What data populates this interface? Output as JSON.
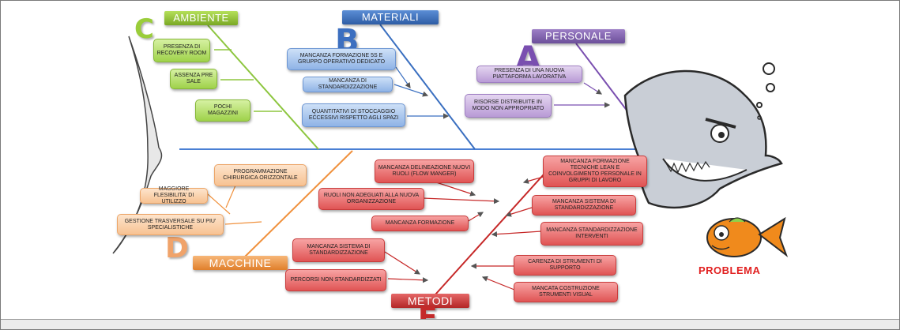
{
  "categories": {
    "ambiente": "AMBIENTE",
    "materiali": "MATERIALI",
    "personale": "PERSONALE",
    "macchine": "MACCHINE",
    "metodi": "METODI"
  },
  "letters": {
    "c": "C",
    "b": "B",
    "a": "A",
    "d": "D",
    "e": "E"
  },
  "problem_label": "PROBLEMA",
  "causes": {
    "ambiente": [
      "PRESENZA DI RECOVERY ROOM",
      "ASSENZA PRE SALE",
      "POCHI MAGAZZINI"
    ],
    "materiali": [
      "MANCANZA FORMAZIONE 5S E GRUPPO OPERATIVO DEDICATO",
      "MANCANZA DI STANDARDIZZAZIONE",
      "QUANTITATIVI DI STOCCAGGIO ECCESSIVI RISPETTO AGLI SPAZI"
    ],
    "personale": [
      "PRESENZA DI UNA NUOVA PIATTAFORMA LAVORATIVA",
      "RISORSE DISTRIBUITE IN MODO NON APPROPRIATO"
    ],
    "macchine": [
      "PROGRAMMAZIONE CHIRURGICA ORIZZONTALE",
      "MAGGIORE FLESIBILITA' DI UTILIZZO",
      "GESTIONE TRASVERSALE SU PIU' SPECIALISTICHE"
    ],
    "metodi_left": [
      "MANCANZA DELINEAZIONE NUOVI RUOLI (FLOW MANGER)",
      "RUOLI NON ADEGUATI ALLA NUOVA ORGANIZZAZIONE",
      "MANCANZA FORMAZIONE",
      "MANCANZA SISTEMA DI STANDARDIZZAZIONE",
      "PERCORSI NON STANDARDIZZATI"
    ],
    "metodi_right": [
      "MANCANZA FORMAZIONE TECNICHE LEAN E COINVOLGIMENTO PERSONALE IN GRUPPI DI LAVORO",
      "MANCANZA SISTEMA DI STANDARDIZZAZIONE",
      "MANCANZA STANDARDIZZAZIONE INTERVENTI",
      "CARENZA DI STRUMENTI DI SUPPORTO",
      "MANCATA COSTRUZIONE STRUMENTI VISUAL"
    ]
  },
  "colors": {
    "ambiente": "#8dc63f",
    "materiali": "#3a6fc0",
    "personale": "#7a4fb0",
    "macchine": "#f0913d",
    "metodi": "#c62828",
    "spine": "#4a7fd4"
  }
}
